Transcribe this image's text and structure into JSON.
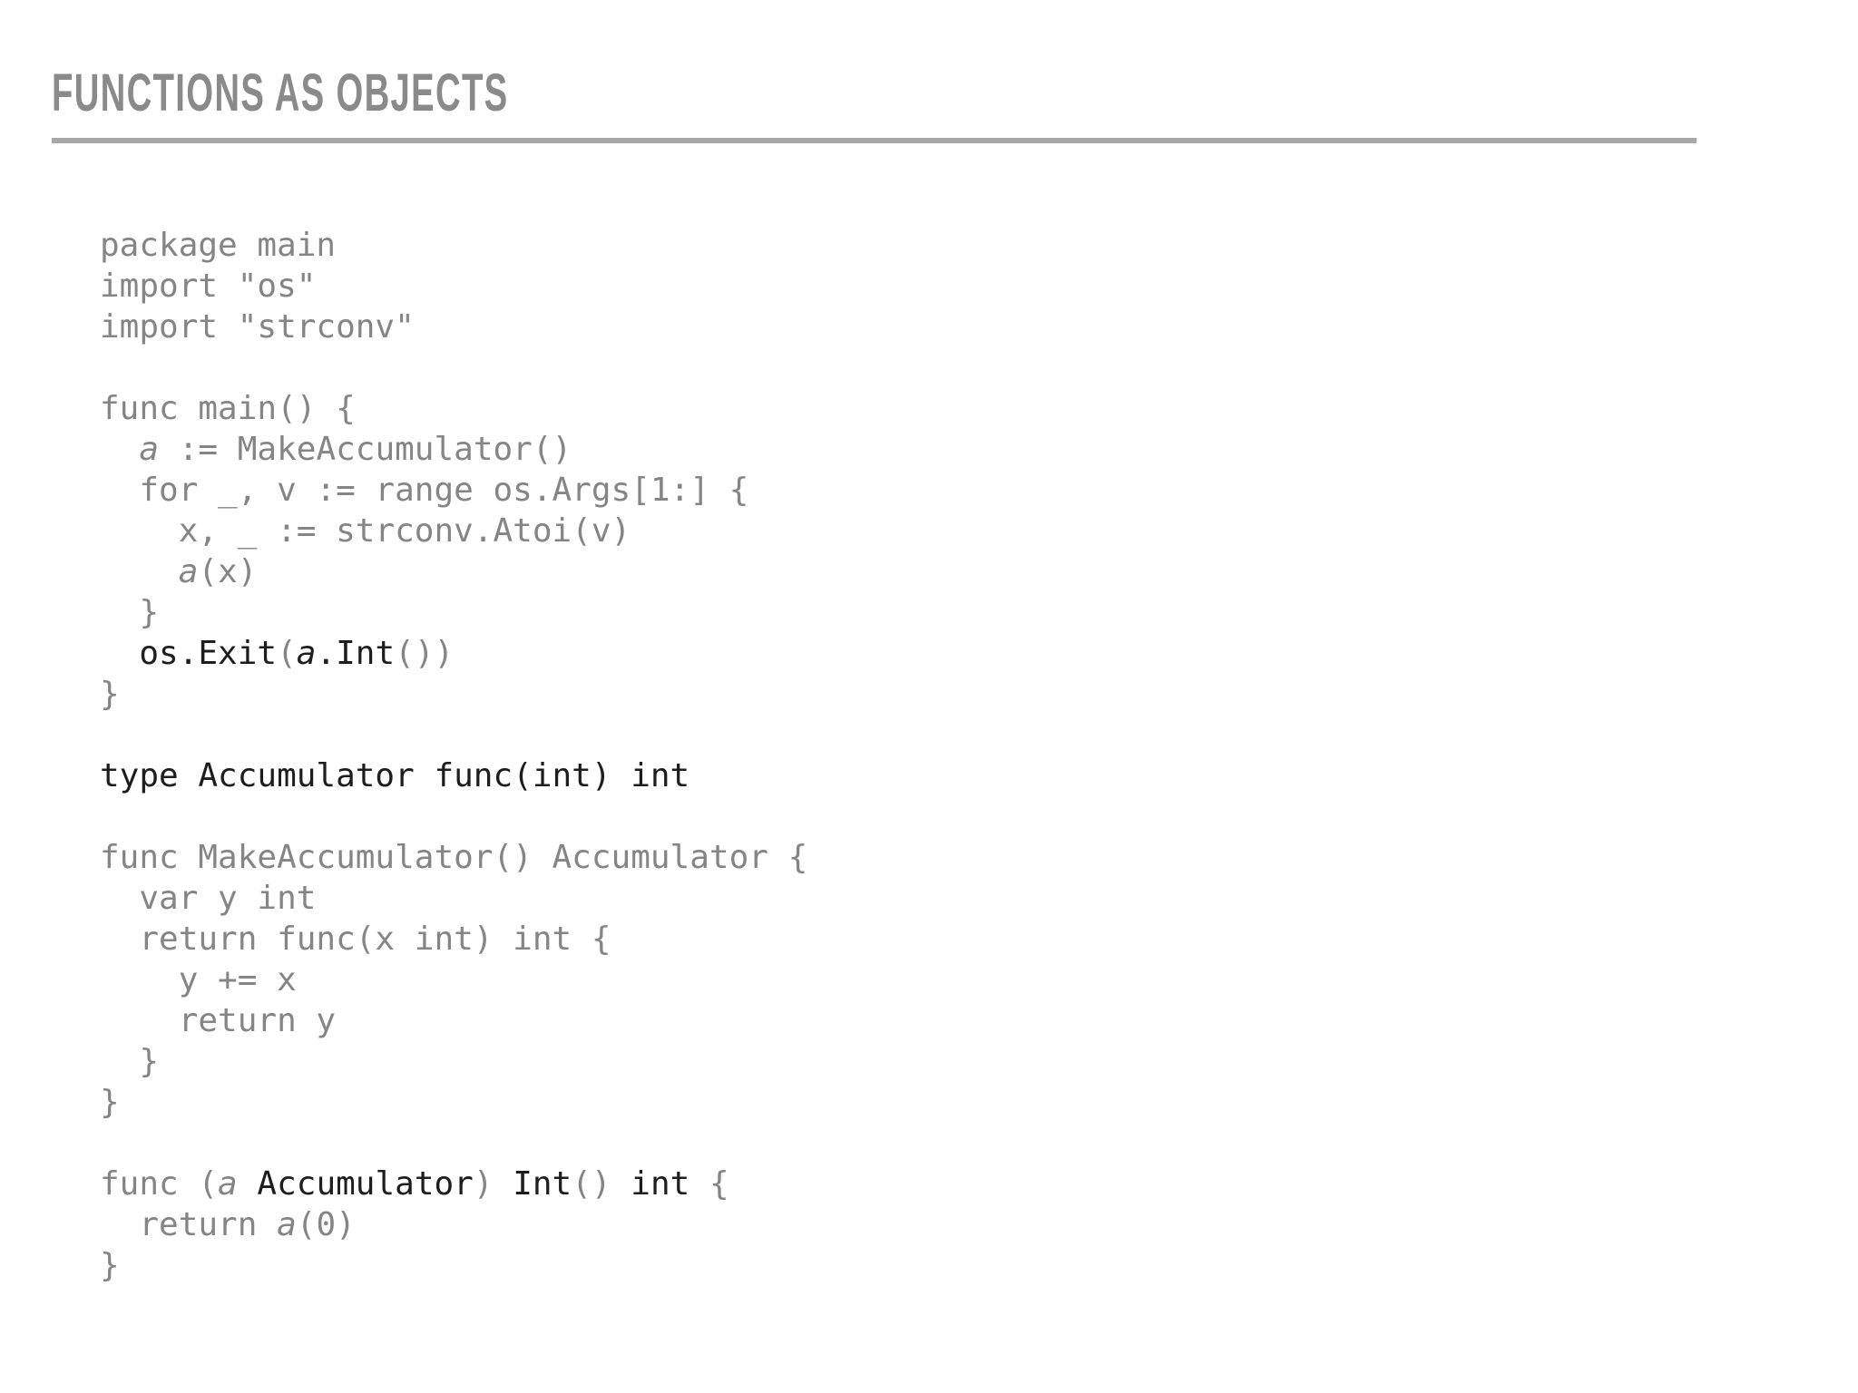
{
  "slide": {
    "title": "FUNCTIONS AS OBJECTS",
    "colors": {
      "background": "#ffffff",
      "title": "#8a8a8a",
      "rule": "#a8a8a8",
      "code_gray": "#858585",
      "code_black": "#1d1d1d"
    },
    "code": {
      "language": "go",
      "lines": [
        [
          {
            "t": "package main",
            "s": "g"
          }
        ],
        [
          {
            "t": "import \"os\"",
            "s": "g"
          }
        ],
        [
          {
            "t": "import \"strconv\"",
            "s": "g"
          }
        ],
        [],
        [
          {
            "t": "func main() {",
            "s": "g"
          }
        ],
        [
          {
            "t": "  ",
            "s": "g"
          },
          {
            "t": "a",
            "s": "gi"
          },
          {
            "t": " := MakeAccumulator()",
            "s": "g"
          }
        ],
        [
          {
            "t": "  for _, v := range os.Args[1:] {",
            "s": "g"
          }
        ],
        [
          {
            "t": "    x, _ := strconv.Atoi(v)",
            "s": "g"
          }
        ],
        [
          {
            "t": "    ",
            "s": "g"
          },
          {
            "t": "a",
            "s": "gi"
          },
          {
            "t": "(x)",
            "s": "g"
          }
        ],
        [
          {
            "t": "  }",
            "s": "g"
          }
        ],
        [
          {
            "t": "  ",
            "s": "g"
          },
          {
            "t": "os.Exit",
            "s": "b"
          },
          {
            "t": "(",
            "s": "g"
          },
          {
            "t": "a",
            "s": "bi"
          },
          {
            "t": ".Int",
            "s": "b"
          },
          {
            "t": "())",
            "s": "g"
          }
        ],
        [
          {
            "t": "}",
            "s": "g"
          }
        ],
        [],
        [
          {
            "t": "type Accumulator func(int) int",
            "s": "b"
          }
        ],
        [],
        [
          {
            "t": "func MakeAccumulator() Accumulator {",
            "s": "g"
          }
        ],
        [
          {
            "t": "  var y int",
            "s": "g"
          }
        ],
        [
          {
            "t": "  return func(x int) int {",
            "s": "g"
          }
        ],
        [
          {
            "t": "    y += x",
            "s": "g"
          }
        ],
        [
          {
            "t": "    return y",
            "s": "g"
          }
        ],
        [
          {
            "t": "  }",
            "s": "g"
          }
        ],
        [
          {
            "t": "}",
            "s": "g"
          }
        ],
        [],
        [
          {
            "t": "func (",
            "s": "g"
          },
          {
            "t": "a",
            "s": "gi"
          },
          {
            "t": " ",
            "s": "g"
          },
          {
            "t": "Accumulator",
            "s": "b"
          },
          {
            "t": ") ",
            "s": "g"
          },
          {
            "t": "Int",
            "s": "b"
          },
          {
            "t": "() ",
            "s": "g"
          },
          {
            "t": "int",
            "s": "b"
          },
          {
            "t": " {",
            "s": "g"
          }
        ],
        [
          {
            "t": "  return ",
            "s": "g"
          },
          {
            "t": "a",
            "s": "gi"
          },
          {
            "t": "(0)",
            "s": "g"
          }
        ],
        [
          {
            "t": "}",
            "s": "g"
          }
        ]
      ]
    }
  }
}
